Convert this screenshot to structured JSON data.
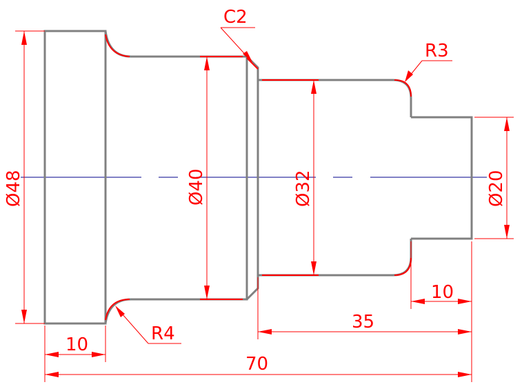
{
  "colors": {
    "part_outline": "#808080",
    "dimension": "#ff0000",
    "centerline": "#00008b",
    "background": "#ffffff"
  },
  "dimensions": {
    "dia_48": "Ø48",
    "dia_40": "Ø40",
    "dia_32": "Ø32",
    "dia_20": "Ø20",
    "len_10_left": "10",
    "len_10_right": "10",
    "len_35": "35",
    "len_70": "70",
    "chamfer_c2": "C2",
    "radius_r3": "R3",
    "radius_r4": "R4"
  }
}
